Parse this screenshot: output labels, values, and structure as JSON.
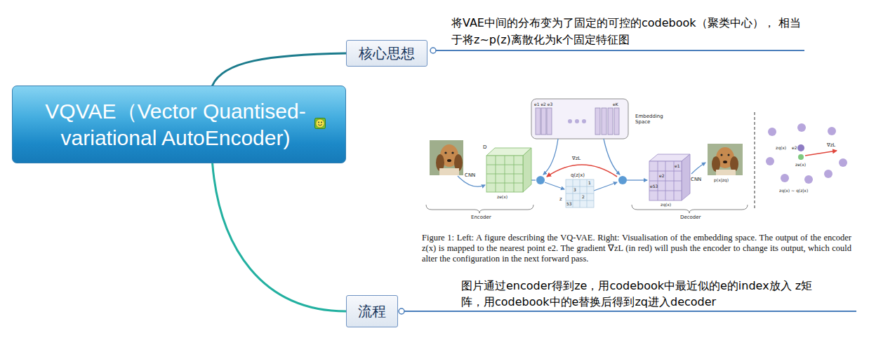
{
  "diagram": {
    "nodes": [
      {
        "text": [
          "VQVAE（Vector Quantised-variational AutoEncoder)"
        ]
      },
      {
        "text": [
          "核心思想"
        ]
      },
      {
        "text": [
          "流程"
        ]
      }
    ],
    "edges": [
      {
        "from": 0,
        "to": 1,
        "arrow": "none"
      },
      {
        "from": 0,
        "to": 2,
        "arrow": "none"
      }
    ],
    "labels": [
      "将VAE中间的分布变为了固定的可控的codebook（聚类中心）， 相当于将z~p(z)离散化为k个固定特征图",
      "图片通过encoder得到ze，用codebook中最近似的e的index放入 z矩阵，用codebook中的e替换后得到zq进入decoder",
      "Figure 1: Left: A figure describing the VQ-VAE. Right: Visualisation of the embedding space. The output of the encoder z(x) is mapped to the nearest point e2. The gradient ∇zL (in red) will push the encoder to change its output, which could alter the configuration in the next forward pass.",
      "e1 e2 e3",
      "eK",
      "Embedding Space",
      "D",
      "CNN",
      "ze(x)",
      "Encoder",
      "∇zL",
      "q(z|x)",
      "z",
      "1",
      "3",
      "2",
      "53",
      "e1",
      "e2",
      "e53",
      "zq(x)",
      "CNN",
      "p(x|zq)",
      "Decoder",
      "zq(x)",
      "e2",
      "∇zL",
      "ze(x)",
      "zq(x) ~ q(z|x)"
    ]
  }
}
